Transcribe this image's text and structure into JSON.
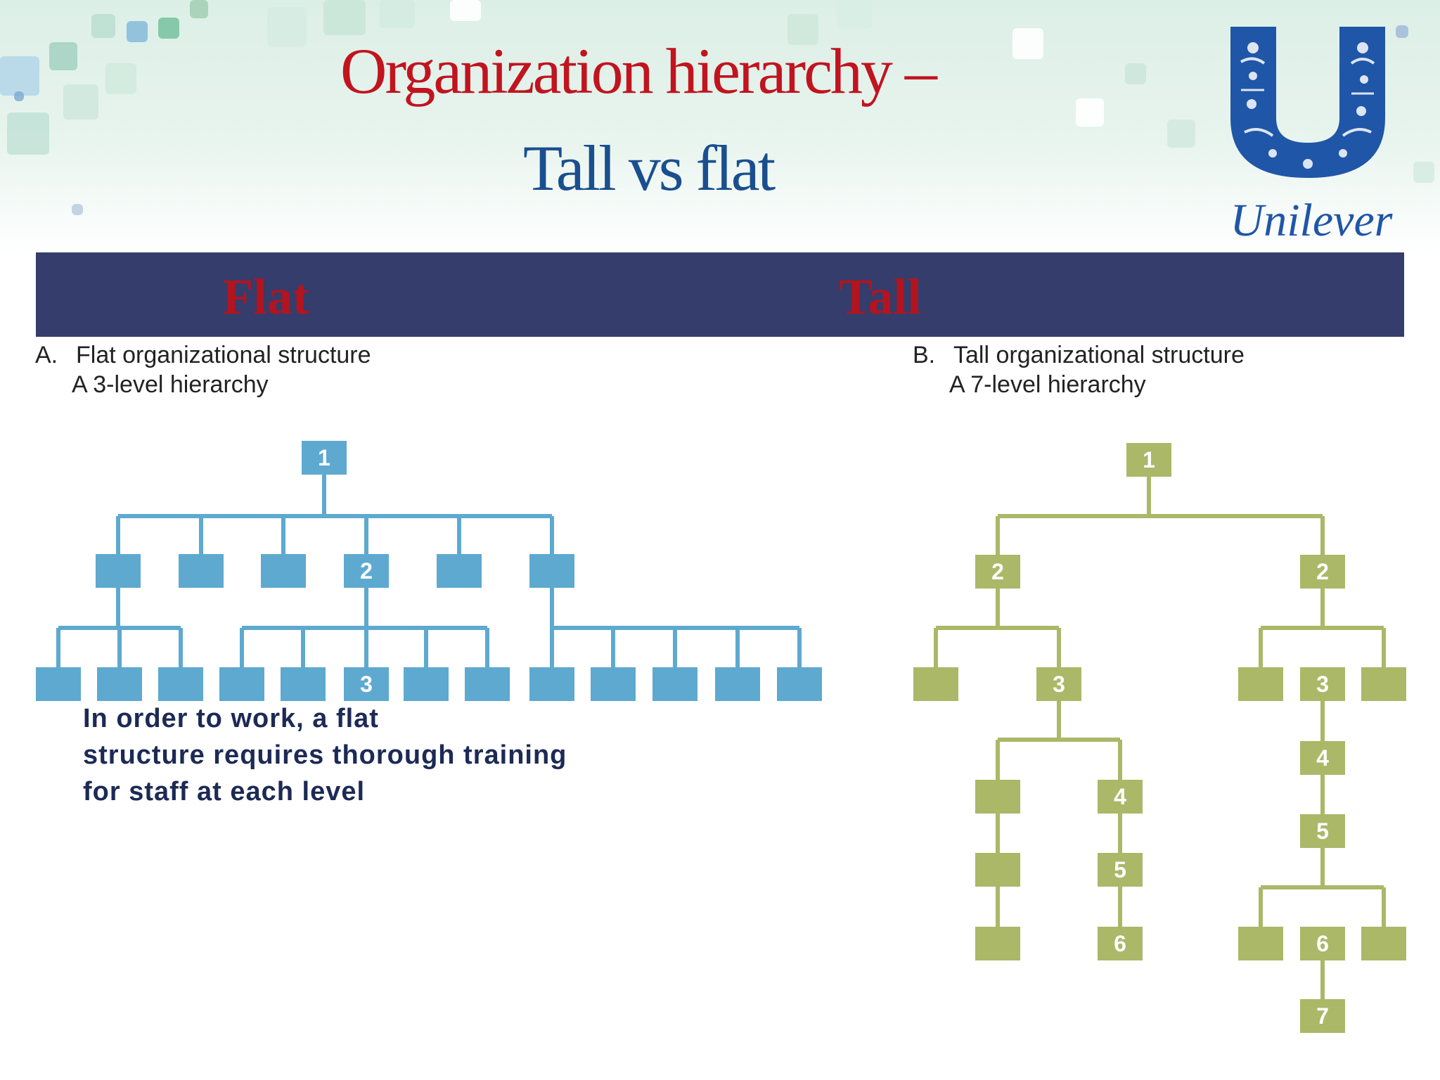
{
  "slide": {
    "title_line1": "Organization hierarchy –",
    "title_line2": "Tall vs flat",
    "brand": "Unilever",
    "colors": {
      "title_red": "#c1141f",
      "title_blue": "#1a4f8f",
      "header_bar": "#343d6c",
      "flat_boxes": "#5ea9cf",
      "tall_boxes": "#aab868",
      "brand_blue": "#1f56a8"
    }
  },
  "header": {
    "left_label": "Flat",
    "right_label": "Tall"
  },
  "flat": {
    "caption_letter": "A.",
    "caption_line1": "Flat organizational structure",
    "caption_line2": "A 3-level hierarchy",
    "level_labels": [
      "1",
      "2",
      "3"
    ]
  },
  "tall": {
    "caption_letter": "B.",
    "caption_line1": "Tall organizational structure",
    "caption_line2": "A 7-level hierarchy",
    "level_labels": [
      "1",
      "2",
      "2",
      "3",
      "3",
      "4",
      "4",
      "5",
      "5",
      "6",
      "6",
      "7"
    ]
  },
  "note": {
    "line1": "In order to work, a flat",
    "line2": "structure requires thorough training",
    "line3": "for staff at each level"
  }
}
